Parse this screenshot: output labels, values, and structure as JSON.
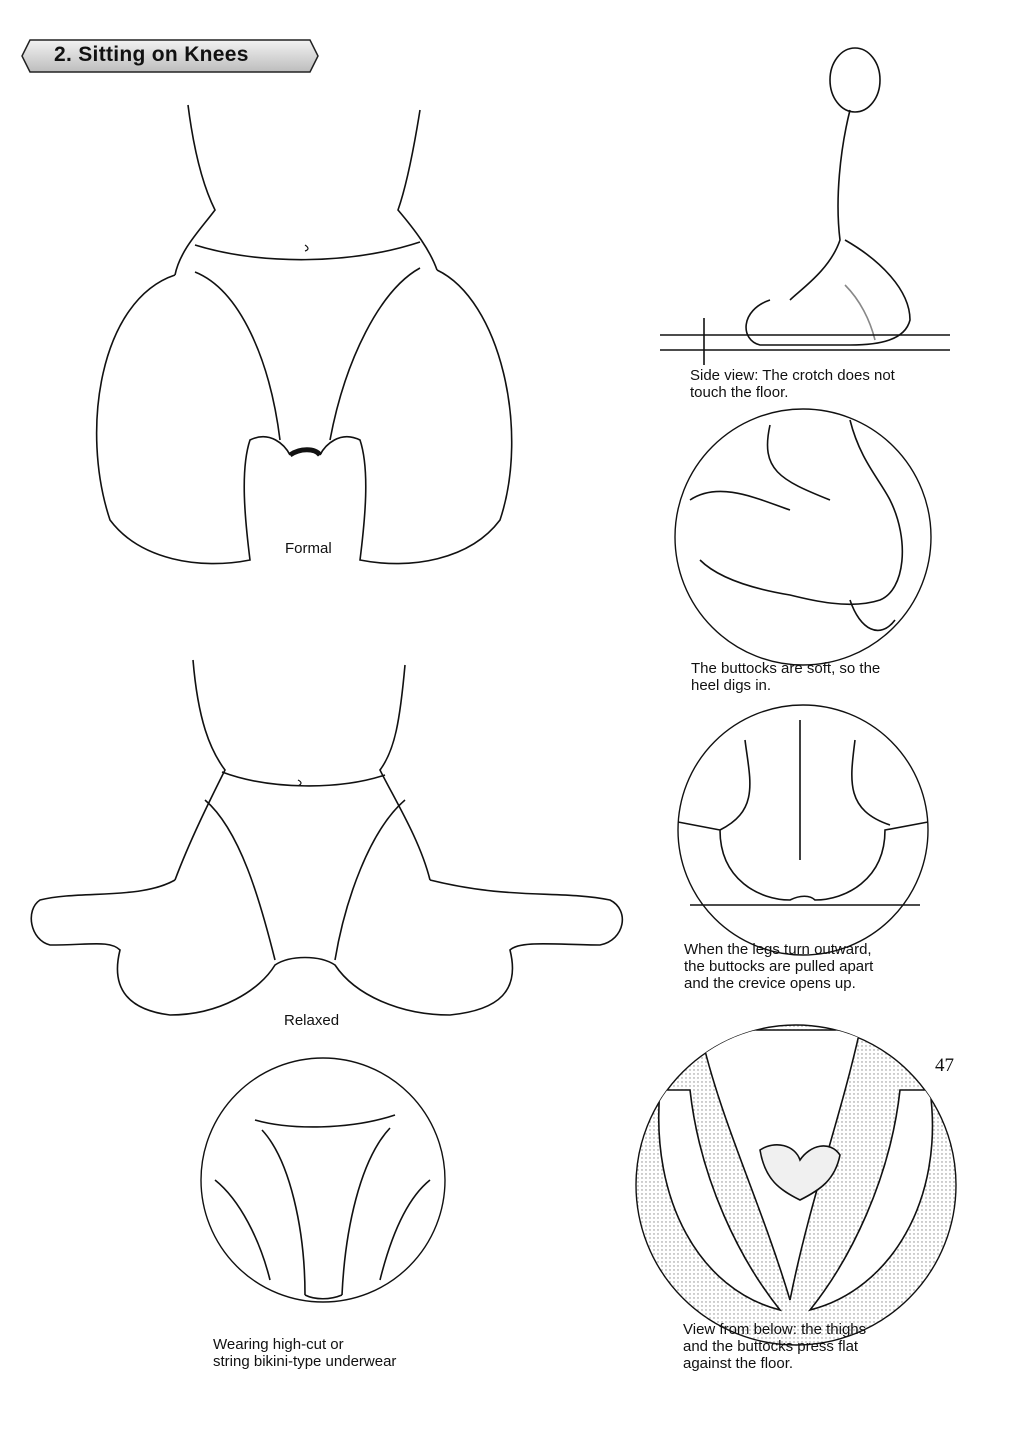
{
  "heading": {
    "number": "2.",
    "title": "Sitting on Knees",
    "full": "2. Sitting on Knees"
  },
  "figures": {
    "formal": {
      "label": "Formal"
    },
    "relaxed": {
      "label": "Relaxed"
    },
    "side_view": {
      "caption_line1": "Side view: The crotch does not",
      "caption_line2": "touch the floor."
    },
    "heel": {
      "caption_line1": "The buttocks are soft, so the",
      "caption_line2": "heel digs in."
    },
    "legs_outward": {
      "caption_line1": "When the legs turn outward,",
      "caption_line2": "the buttocks are pulled apart",
      "caption_line3": "and the crevice opens up."
    },
    "high_cut": {
      "caption_line1": "Wearing high-cut or",
      "caption_line2": "string bikini-type underwear"
    },
    "below": {
      "caption_line1": "View from below: the thighs",
      "caption_line2": "and the buttocks press flat",
      "caption_line3": "against the floor."
    }
  },
  "page_number": "47"
}
